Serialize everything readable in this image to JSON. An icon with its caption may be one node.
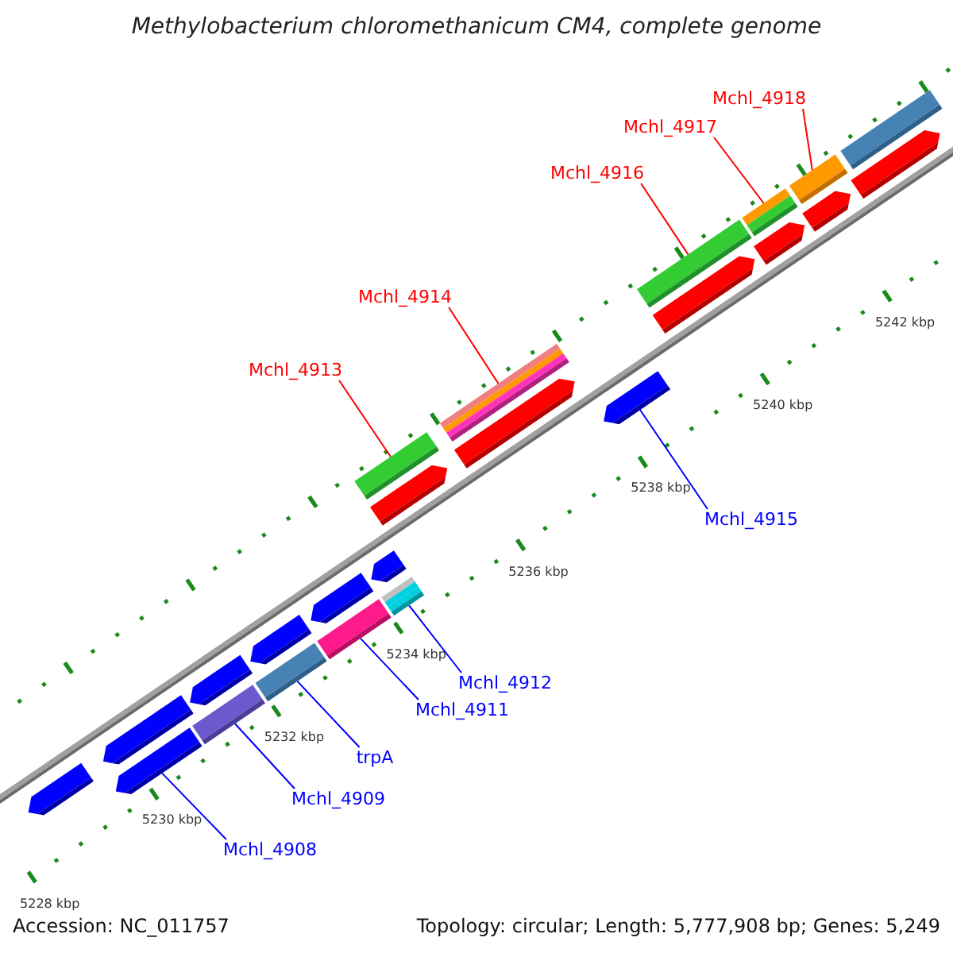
{
  "diagram": {
    "title": "Methylobacterium chloromethanicum CM4, complete genome",
    "nodes": [
      {
        "text": [
          "Mchl_4918"
        ]
      },
      {
        "text": [
          "Mchl_4917"
        ]
      },
      {
        "text": [
          "Mchl_4916"
        ]
      },
      {
        "text": [
          "Mchl_4914"
        ]
      },
      {
        "text": [
          "Mchl_4913"
        ]
      },
      {
        "text": [
          "Mchl_4915"
        ]
      },
      {
        "text": [
          "Mchl_4912"
        ]
      },
      {
        "text": [
          "Mchl_4911"
        ]
      },
      {
        "text": [
          "trpA"
        ]
      },
      {
        "text": [
          "Mchl_4909"
        ]
      },
      {
        "text": [
          "Mchl_4908"
        ]
      },
      {
        "text": [],
        "shape": "bar"
      },
      {
        "text": [],
        "shape": "bar"
      },
      {
        "text": [],
        "shape": "bar"
      },
      {
        "text": [],
        "shape": "bar"
      },
      {
        "text": [],
        "shape": "bar"
      },
      {
        "text": [],
        "shape": "bar"
      },
      {
        "text": [],
        "shape": "bar"
      },
      {
        "text": [],
        "shape": "bar"
      },
      {
        "text": [],
        "shape": "bar"
      },
      {
        "text": [],
        "shape": "bar"
      },
      {
        "text": [],
        "shape": "bar"
      },
      {
        "text": [],
        "shape": "bar"
      },
      {
        "text": [],
        "shape": "bar"
      },
      {
        "text": [],
        "shape": "bar"
      },
      {
        "text": [],
        "shape": "bar"
      },
      {
        "text": [],
        "shape": "bar"
      },
      {
        "text": [],
        "shape": "bar"
      },
      {
        "text": [],
        "shape": "bar"
      },
      {
        "text": [],
        "shape": "bar"
      },
      {
        "text": [],
        "shape": "bar"
      },
      {
        "text": [],
        "shape": "bar"
      },
      {
        "text": [],
        "shape": "bar"
      },
      {
        "text": [],
        "shape": "bar"
      },
      {
        "text": [],
        "shape": "bar"
      }
    ],
    "edges": [
      {
        "from": 0,
        "to": 32,
        "arrow": "none",
        "color": "#ff0000"
      },
      {
        "from": 1,
        "to": 30,
        "arrow": "none",
        "color": "#ff0000"
      },
      {
        "from": 2,
        "to": 28,
        "arrow": "none",
        "color": "#ff0000"
      },
      {
        "from": 3,
        "to": 25,
        "arrow": "none",
        "color": "#ff0000"
      },
      {
        "from": 4,
        "to": 23,
        "arrow": "none",
        "color": "#ff0000"
      },
      {
        "from": 5,
        "to": 26,
        "arrow": "none"
      },
      {
        "from": 6,
        "to": 21,
        "arrow": "none"
      },
      {
        "from": 7,
        "to": 18,
        "arrow": "none"
      },
      {
        "from": 8,
        "to": 16,
        "arrow": "none"
      },
      {
        "from": 9,
        "to": 14,
        "arrow": "none"
      },
      {
        "from": 10,
        "to": 12,
        "arrow": "none"
      }
    ],
    "labels": [
      "5242 kbp",
      "5240 kbp",
      "5238 kbp",
      "5236 kbp",
      "5234 kbp",
      "5232 kbp",
      "5230 kbp",
      "5228 kbp",
      "Accession: NC_011757",
      "Topology: circular; Length: 5,777,908 bp; Genes: 5,249"
    ]
  }
}
